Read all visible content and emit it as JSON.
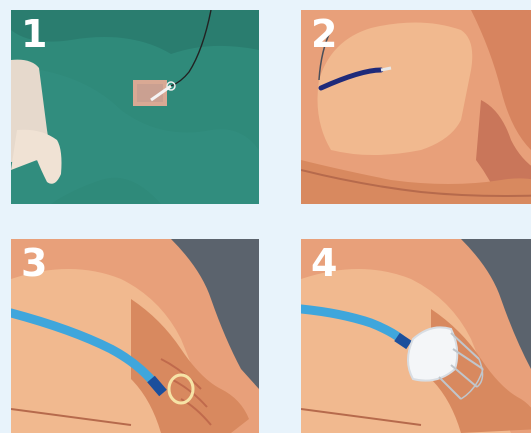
{
  "steps": [
    {
      "number": "1"
    },
    {
      "number": "2"
    },
    {
      "number": "3"
    },
    {
      "number": "4"
    }
  ],
  "colors": {
    "background": "#e8f3fb",
    "drape": "#2f8a7a",
    "tissue": "#e8a07a",
    "catheter": "#3fa6dc",
    "numeral": "#ffffff"
  }
}
